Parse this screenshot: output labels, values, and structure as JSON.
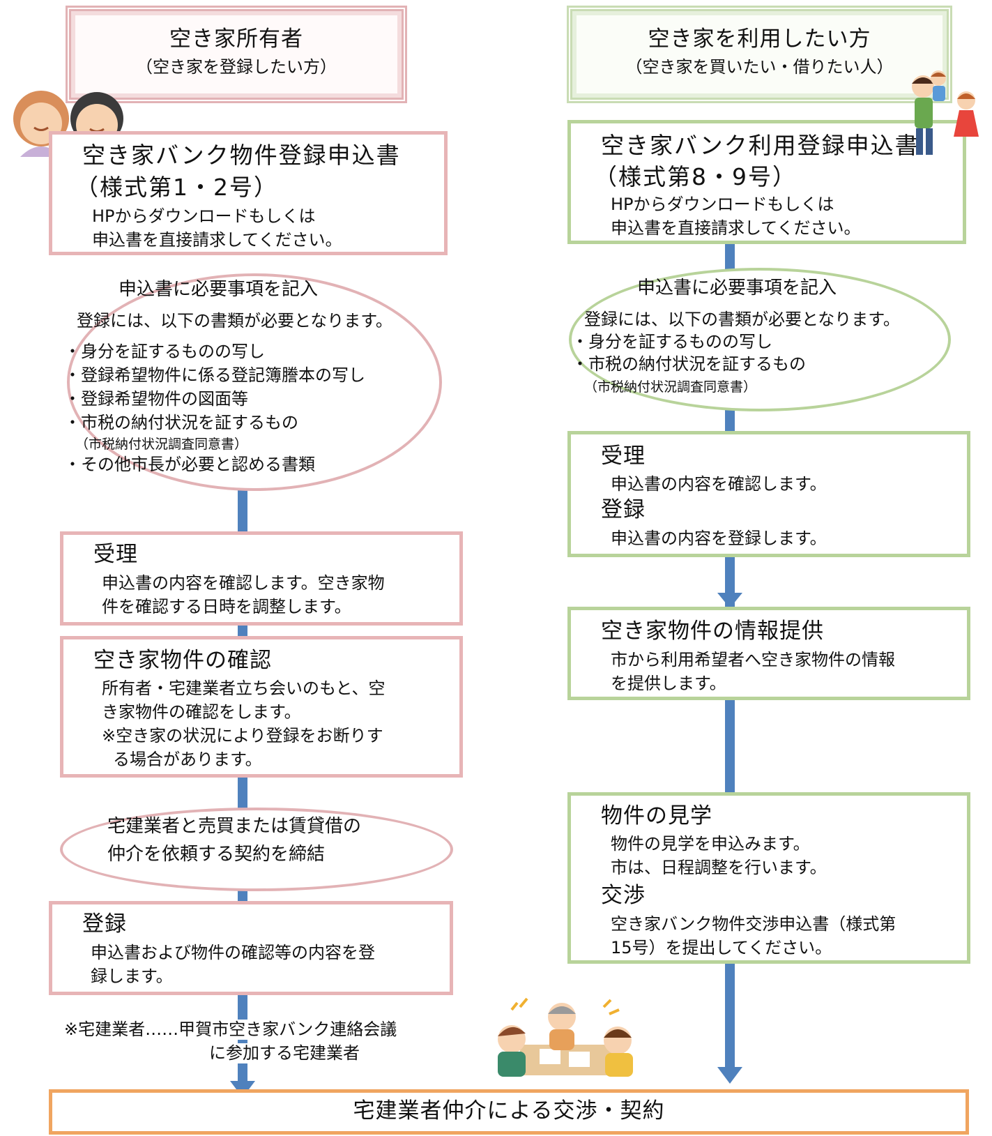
{
  "left": {
    "header_title": "空き家所有者",
    "header_sub": "（空き家を登録したい方）",
    "step1_title": "空き家バンク物件登録申込書",
    "step1_form": "（様式第1・2号）",
    "step1_body": [
      "HPからダウンロードもしくは",
      "申込書を直接請求してください。"
    ],
    "step2_title": "申込書に必要事項を記入",
    "step2_intro": "登録には、以下の書類が必要となります。",
    "step2_items": [
      "・身分を証するものの写し",
      "・登録希望物件に係る登記簿謄本の写し",
      "・登録希望物件の図面等",
      "・市税の納付状況を証するもの",
      "（市税納付状況調査同意書）",
      "・その他市長が必要と認める書類"
    ],
    "step3_title": "受理",
    "step3_body": [
      "申込書の内容を確認します。空き家物",
      "件を確認する日時を調整します。"
    ],
    "step4_title": "空き家物件の確認",
    "step4_body": [
      "所有者・宅建業者立ち会いのもと、空",
      "き家物件の確認をします。",
      "※空き家の状況により登録をお断りす",
      "る場合があります。"
    ],
    "step5_lines": [
      "宅建業者と売買または賃貸借の",
      "仲介を依頼する契約を締結"
    ],
    "step6_title": "登録",
    "step6_body": [
      "申込書および物件の確認等の内容を登",
      "録します。"
    ],
    "note": [
      "※宅建業者……甲賀市空き家バンク連絡会議",
      "に参加する宅建業者"
    ]
  },
  "right": {
    "header_title": "空き家を利用したい方",
    "header_sub": "（空き家を買いたい・借りたい人）",
    "step1_title": "空き家バンク利用登録申込書",
    "step1_form": "（様式第8・9号）",
    "step1_body": [
      "HPからダウンロードもしくは",
      "申込書を直接請求してください。"
    ],
    "step2_title": "申込書に必要事項を記入",
    "step2_intro": "登録には、以下の書類が必要となります。",
    "step2_items": [
      "・身分を証するものの写し",
      "・市税の納付状況を証するもの",
      "（市税納付状況調査同意書）"
    ],
    "step3_title": "受理",
    "step3_body": "申込書の内容を確認します。",
    "step3b_title": "登録",
    "step3b_body": "申込書の内容を登録します。",
    "step4_title": "空き家物件の情報提供",
    "step4_body": [
      "市から利用希望者へ空き家物件の情報",
      "を提供します。"
    ],
    "step5_title": "物件の見学",
    "step5_body": [
      "物件の見学を申込みます。",
      "市は、日程調整を行います。"
    ],
    "step5b_title": "交渉",
    "step5b_body": [
      "空き家バンク物件交渉申込書（様式第",
      "15号）を提出してください。"
    ]
  },
  "final": "宅建業者仲介による交渉・契約",
  "colors": {
    "pink_border": "#e7b4b6",
    "green_border": "#b8d39a",
    "arrow": "#4f81bd",
    "final_border": "#f0a560"
  }
}
